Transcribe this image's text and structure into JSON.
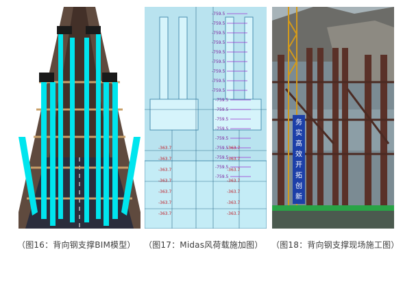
{
  "figures": [
    {
      "caption": "（图16：背向钢支撑BIM模型）"
    },
    {
      "caption": "（图17：Midas风荷载施加图）",
      "load_labels_purple": [
        "-759.5",
        "-759.5",
        "-759.5",
        "-759.5",
        "-759.5",
        "-759.5",
        "-759.5",
        "-759.5",
        "-759.5",
        "-759.5",
        "-759.5",
        "-759.5",
        "-759.5",
        "-759.5",
        "-759.5",
        "-759.5",
        "-759.5",
        "-759.5"
      ],
      "load_labels_red": [
        "-363.7",
        "-363.7",
        "-363.7",
        "-363.7",
        "-363.7",
        "-363.7",
        "-363.7",
        "-363.7",
        "-363.7",
        "-363.7",
        "-363.7",
        "-363.7",
        "-363.7",
        "-363.7"
      ]
    },
    {
      "caption": "（图18：背向钢支撑现场施工图）",
      "banner_text": [
        "务",
        "实",
        "高",
        "效",
        "开",
        "拓",
        "创",
        "新"
      ]
    }
  ],
  "colors": {
    "support": "#00e5ee",
    "purple": "#9b2fd0",
    "red": "#c0202a",
    "banner": "#1c3fa8"
  }
}
